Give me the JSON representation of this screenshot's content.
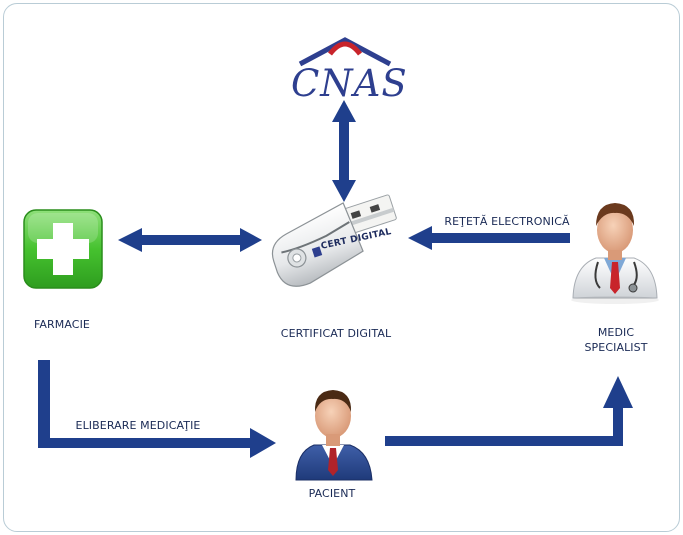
{
  "brand": {
    "name": "CNAS"
  },
  "nodes": {
    "pharmacy": {
      "label": "FARMACIE"
    },
    "certificate": {
      "label": "CERTIFICAT DIGITAL",
      "device_text": "CERT DIGITAL"
    },
    "doctor": {
      "label_line1": "MEDIC",
      "label_line2": "SPECIALIST"
    },
    "patient": {
      "label": "PACIENT"
    }
  },
  "edges": {
    "prescription": {
      "label": "REŢETĂ ELECTRONICĂ"
    },
    "dispensing": {
      "label": "ELIBERARE MEDICAŢIE"
    }
  },
  "colors": {
    "arrow": "#1f3f8c",
    "pharmacy_green": "#3fbf2e",
    "label_text": "#1a2a55",
    "brand_blue": "#2e3f8f",
    "brand_red": "#c8242b"
  },
  "icons": {
    "brand": "cnas-logo-icon",
    "pharmacy": "pharmacy-cross-icon",
    "certificate": "usb-token-icon",
    "doctor": "doctor-avatar-icon",
    "patient": "patient-avatar-icon"
  }
}
